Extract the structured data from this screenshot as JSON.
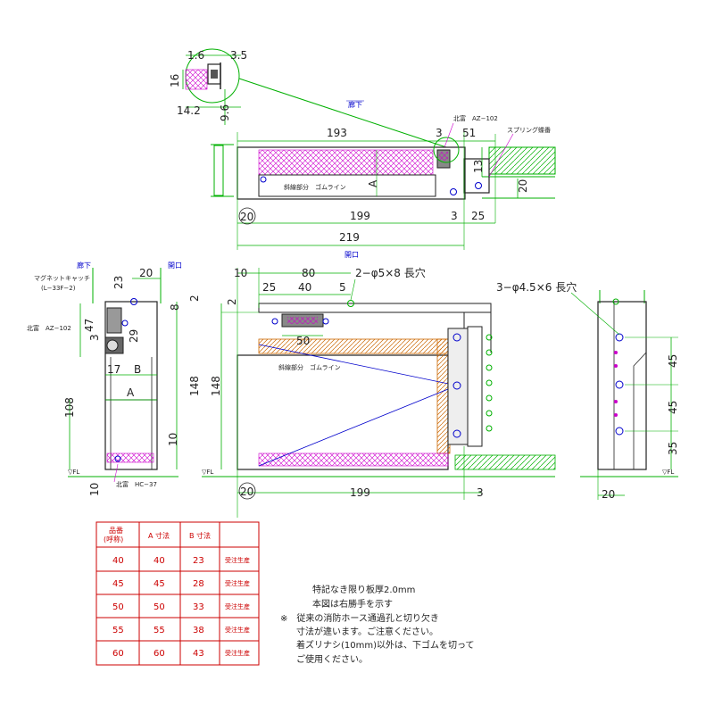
{
  "views": {
    "top_label": "廊下",
    "front_label": "開口",
    "side_left_label_a": "廊下",
    "side_left_label_b": "開口"
  },
  "detail": {
    "d1": "1.6",
    "d2": "3.5",
    "d3": "16",
    "d4": "14.2",
    "d5": "9.6"
  },
  "top": {
    "d193": "193",
    "d3": "3",
    "d51": "51",
    "d13": "13",
    "d20": "20",
    "dA": "A",
    "d20b": "20",
    "d199": "199",
    "d3b": "3",
    "d25": "25",
    "d219": "219",
    "part_az": "北富　AZ−102",
    "spring": "スプリング蝶番",
    "rubber": "斜線部分　ゴムライン"
  },
  "side_left": {
    "d20": "20",
    "d23": "23",
    "d2": "2",
    "d8": "8",
    "d47": "47",
    "d29": "29",
    "d3": "3",
    "d17": "17",
    "dB": "B",
    "dA": "A",
    "d148": "148",
    "d108": "108",
    "d10": "10",
    "d10b": "10",
    "magnet": "マグネットキャッチ",
    "magnet_code": "(L−33F−2)",
    "az": "北富　AZ−102",
    "hc": "北富　HC−37",
    "fl": "▽FL"
  },
  "front": {
    "d10": "10",
    "d80": "80",
    "hole_note": "2−φ5×8 長穴",
    "d25": "25",
    "d40": "40",
    "d5": "5",
    "d2": "2",
    "d50": "50",
    "d148": "148",
    "d20": "20",
    "d199": "199",
    "d3": "3",
    "rubber": "斜線部分　ゴムライン",
    "fl": "▽FL"
  },
  "side_right": {
    "hole_note": "3−φ4.5×6 長穴",
    "d45a": "45",
    "d45b": "45",
    "d35": "35",
    "d20": "20",
    "fl": "▽FL"
  },
  "table": {
    "headers": [
      "品番\n(呼称)",
      "A 寸法",
      "B 寸法",
      ""
    ],
    "rows": [
      [
        "40",
        "40",
        "23",
        "受注生産"
      ],
      [
        "45",
        "45",
        "28",
        "受注生産"
      ],
      [
        "50",
        "50",
        "33",
        "受注生産"
      ],
      [
        "55",
        "55",
        "38",
        "受注生産"
      ],
      [
        "60",
        "60",
        "43",
        "受注生産"
      ]
    ]
  },
  "notes": [
    "特記なき限り板厚2.0mm",
    "本図は右勝手を示す",
    "※　従来の消防ホース通過孔と切り欠き",
    "寸法が違います。ご注意ください。",
    "着ズリナシ(10mm)以外は、下ゴムを切って",
    "ご使用ください。"
  ],
  "colors": {
    "dim_line": "#00b000",
    "outline": "#222222",
    "hatch": "#cc00cc",
    "hatch_green": "#00b000",
    "hatch_orange": "#cc6600",
    "blue": "#0000cc",
    "table": "#cc0000"
  }
}
